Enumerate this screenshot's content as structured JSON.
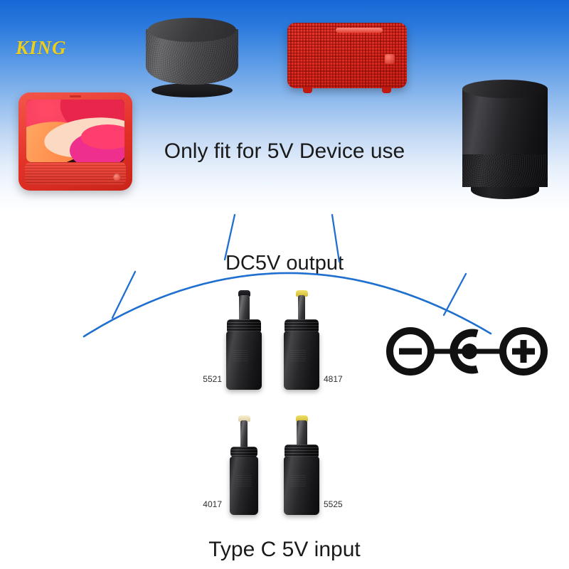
{
  "watermark": {
    "text": "KING"
  },
  "headings": {
    "top": "Only fit for 5V Device use",
    "output": "DC5V output",
    "input": "Type C 5V input"
  },
  "colors": {
    "sky_top": "#1668d6",
    "sky_bottom": "#ffffff",
    "arc_blue": "#1f6fd0",
    "watermark_yellow": "#f5d312",
    "device_red": "#e22a20",
    "text_black": "#1a1a1a"
  },
  "devices": [
    {
      "name": "red-smart-display",
      "color": "#e22a20"
    },
    {
      "name": "gray-fabric-speaker",
      "color": "#4a4a4c"
    },
    {
      "name": "red-bluetooth-speaker",
      "color": "#e22a20"
    },
    {
      "name": "black-cylinder-speaker",
      "color": "#1d1d1f"
    }
  ],
  "adapters": [
    {
      "label": "5521",
      "tip_color": "#15151a",
      "pin": "thick",
      "label_side": "left"
    },
    {
      "label": "4817",
      "tip_color": "#e8d24a",
      "pin": "thin",
      "label_side": "right"
    },
    {
      "label": "4017",
      "tip_color": "#efe3bb",
      "pin": "thin",
      "label_side": "left"
    },
    {
      "label": "5525",
      "tip_color": "#e8d24a",
      "pin": "thick",
      "label_side": "right"
    }
  ],
  "polarity": {
    "name": "center-positive-polarity-symbol",
    "minus": "−",
    "plus": "+"
  },
  "arc": {
    "tick_count": 4
  }
}
